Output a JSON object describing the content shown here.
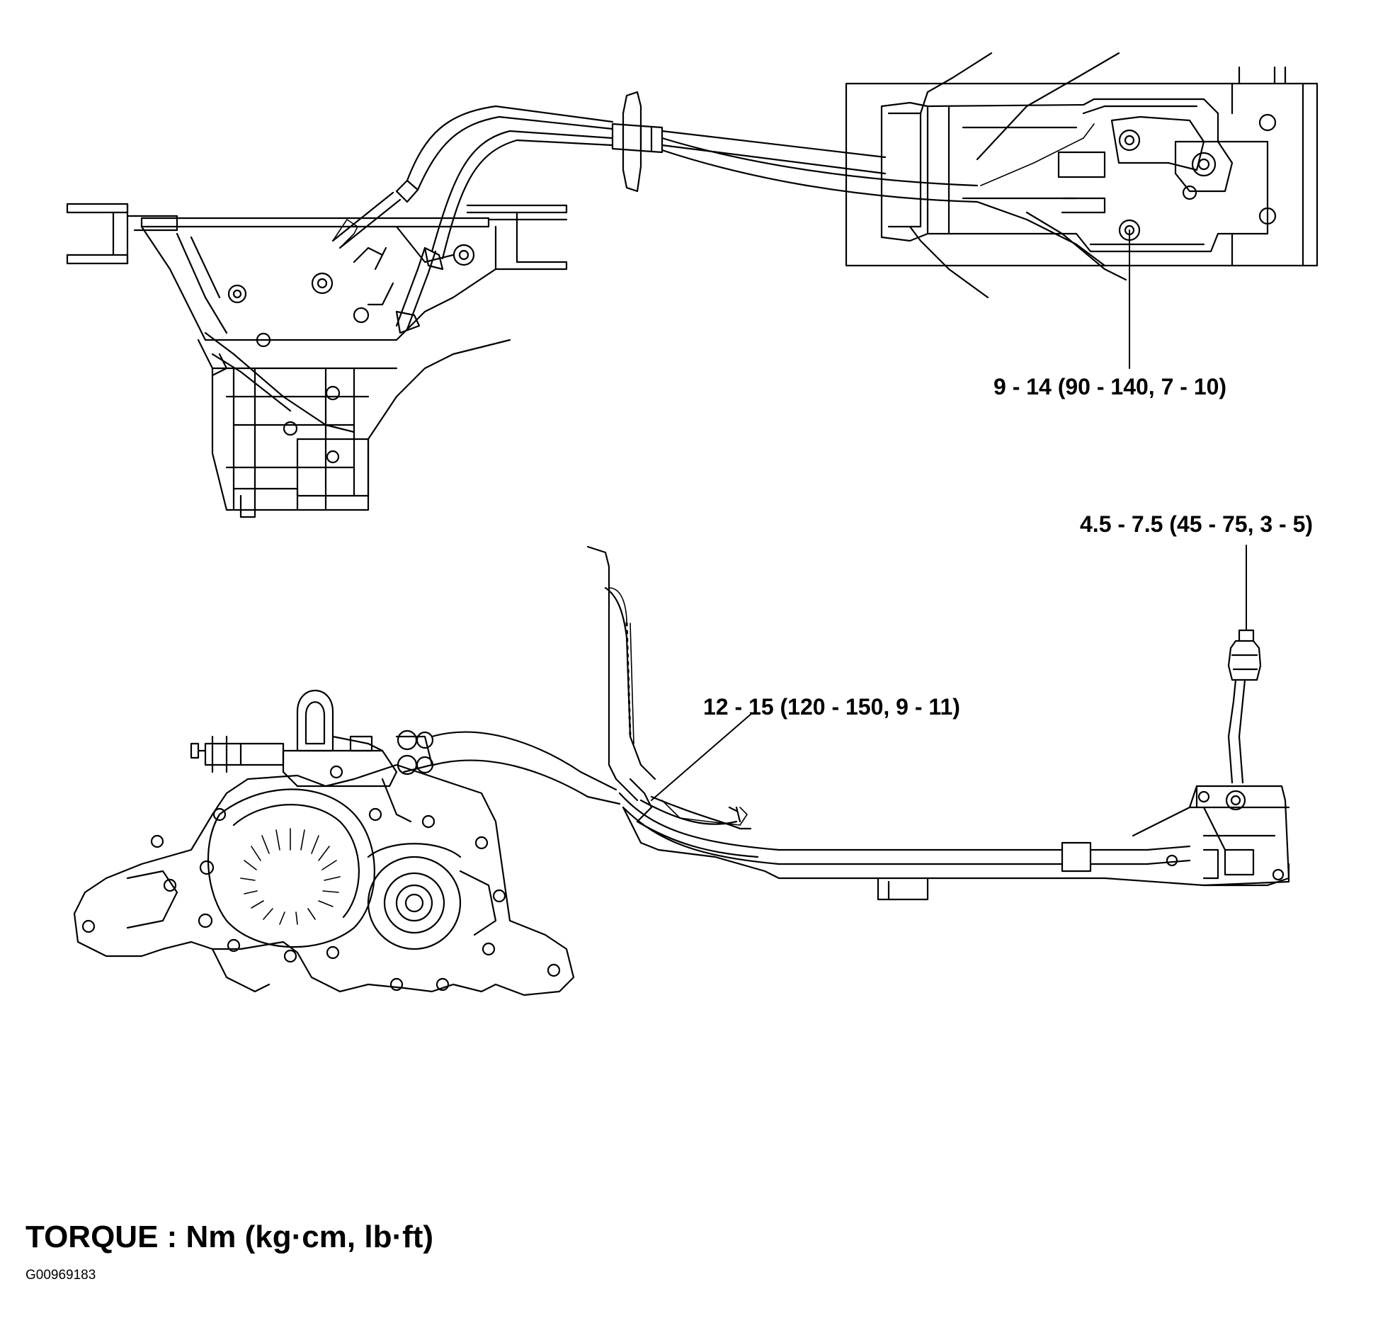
{
  "callouts": {
    "upper_bracket_bolt": "9  - 14 (90 - 140, 7 - 10)",
    "shift_lever_nut": "4.5  -  7.5 (45 - 75, 3 - 5)",
    "cable_bracket_bolt": "12  - 15 (120 - 150, 9 - 11)"
  },
  "footer": {
    "torque_caption": "TORQUE : Nm (kg·cm, lb·ft)",
    "figure_id": "G00969183"
  },
  "colors": {
    "line": "#000000",
    "background": "#ffffff"
  }
}
